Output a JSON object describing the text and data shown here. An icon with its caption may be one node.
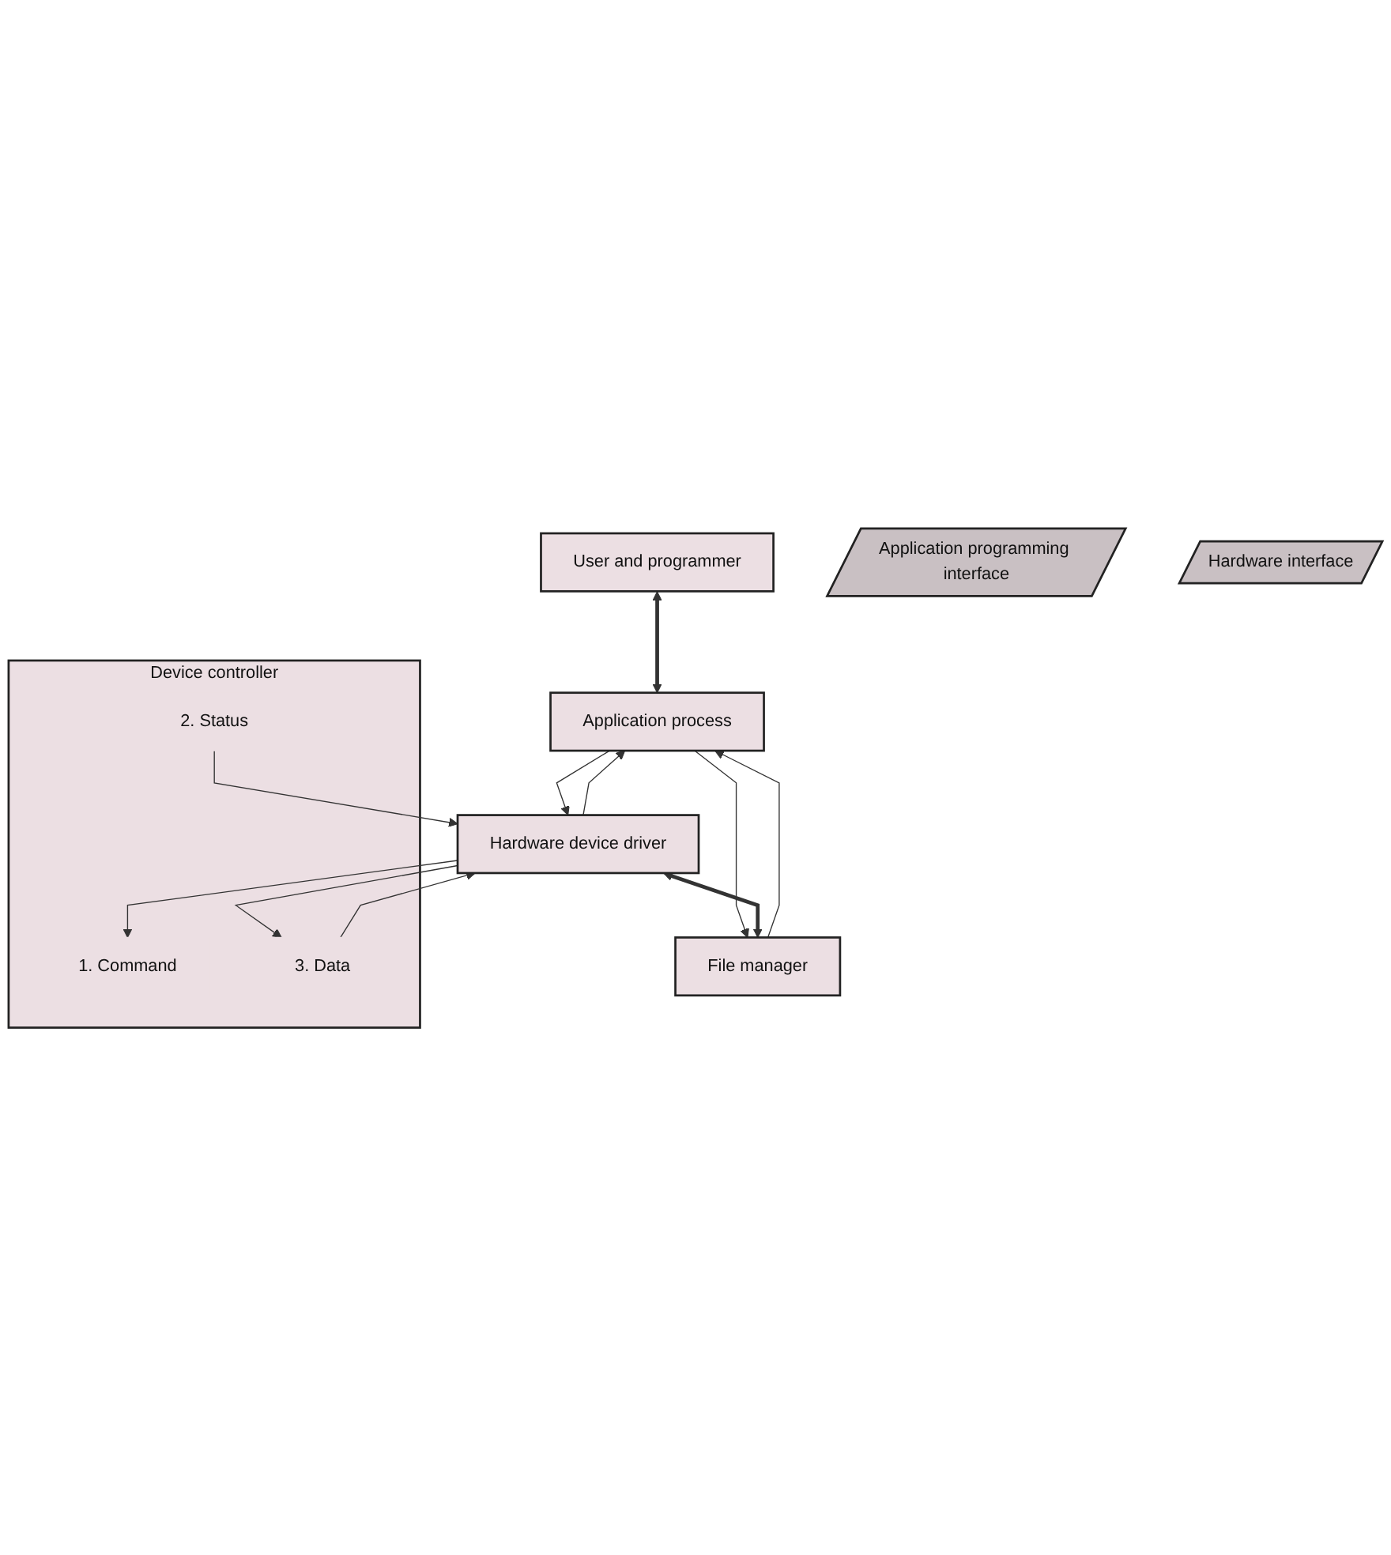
{
  "diagram": {
    "nodes": [
      {
        "text": [
          "User and programmer"
        ]
      },
      {
        "text": [
          "Application process"
        ]
      },
      {
        "text": [
          "Application programming interface"
        ]
      },
      {
        "text": [
          "Hardware device driver"
        ]
      },
      {
        "text": [
          "File manager"
        ]
      },
      {
        "text": [
          "Hardware interface"
        ]
      },
      {
        "text": [
          "Device controller"
        ]
      },
      {
        "text": [
          "1. Command"
        ],
        "in": 6
      },
      {
        "text": [
          "2. Status"
        ],
        "in": 6
      },
      {
        "text": [
          "3. Data"
        ],
        "in": 6
      }
    ],
    "edges": [
      {
        "from": 0,
        "to": 1,
        "arrow": "both",
        "style": "thick"
      },
      {
        "from": 3,
        "to": 1,
        "arrow": "to"
      },
      {
        "from": 1,
        "to": 3,
        "arrow": "to"
      },
      {
        "from": 4,
        "to": 1,
        "arrow": "to"
      },
      {
        "from": 1,
        "to": 4,
        "arrow": "to"
      },
      {
        "from": 3,
        "to": 4,
        "arrow": "both",
        "style": "thick"
      },
      {
        "from": 3,
        "to": 7,
        "arrow": "to"
      },
      {
        "from": 3,
        "to": 9,
        "arrow": "to"
      },
      {
        "from": 8,
        "to": 3,
        "arrow": "to"
      },
      {
        "from": 9,
        "to": 3,
        "arrow": "to"
      }
    ]
  }
}
